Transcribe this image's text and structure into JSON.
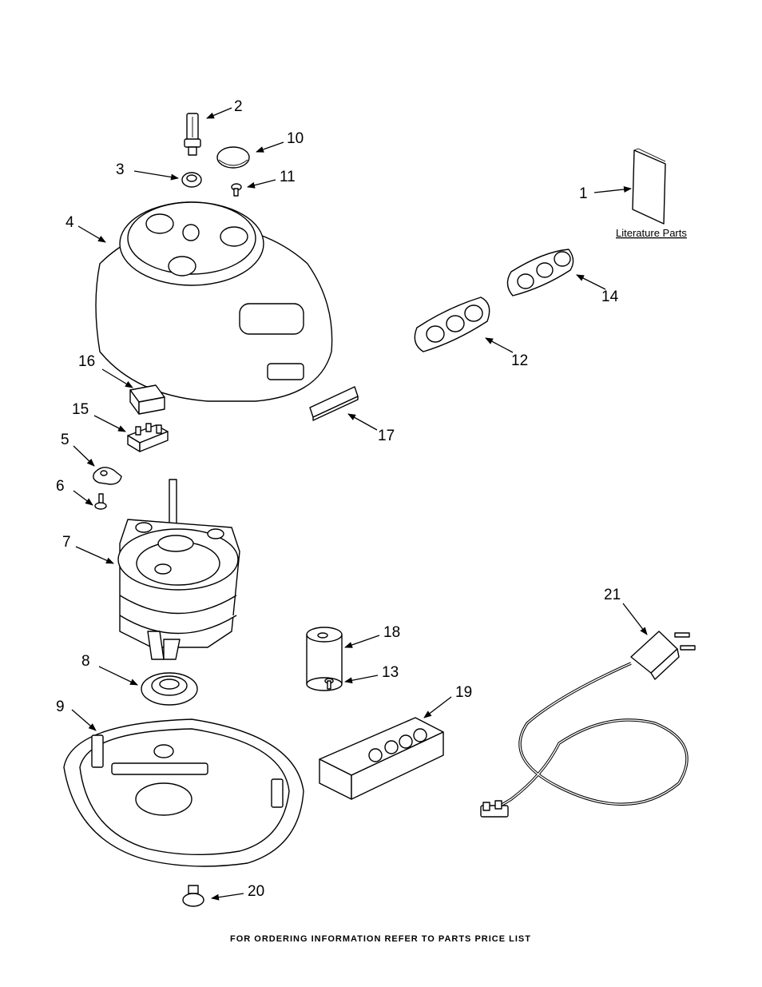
{
  "callouts": [
    {
      "id": "2",
      "text": "2"
    },
    {
      "id": "10",
      "text": "10"
    },
    {
      "id": "3",
      "text": "3"
    },
    {
      "id": "11",
      "text": "11"
    },
    {
      "id": "1",
      "text": "1"
    },
    {
      "id": "4",
      "text": "4"
    },
    {
      "id": "14",
      "text": "14"
    },
    {
      "id": "12",
      "text": "12"
    },
    {
      "id": "16",
      "text": "16"
    },
    {
      "id": "15",
      "text": "15"
    },
    {
      "id": "17",
      "text": "17"
    },
    {
      "id": "5",
      "text": "5"
    },
    {
      "id": "6",
      "text": "6"
    },
    {
      "id": "7",
      "text": "7"
    },
    {
      "id": "21",
      "text": "21"
    },
    {
      "id": "18",
      "text": "18"
    },
    {
      "id": "8",
      "text": "8"
    },
    {
      "id": "13",
      "text": "13"
    },
    {
      "id": "19",
      "text": "19"
    },
    {
      "id": "9",
      "text": "9"
    },
    {
      "id": "20",
      "text": "20"
    }
  ],
  "literature_label": "Literature Parts",
  "footer": "FOR ORDERING INFORMATION REFER TO PARTS PRICE LIST"
}
